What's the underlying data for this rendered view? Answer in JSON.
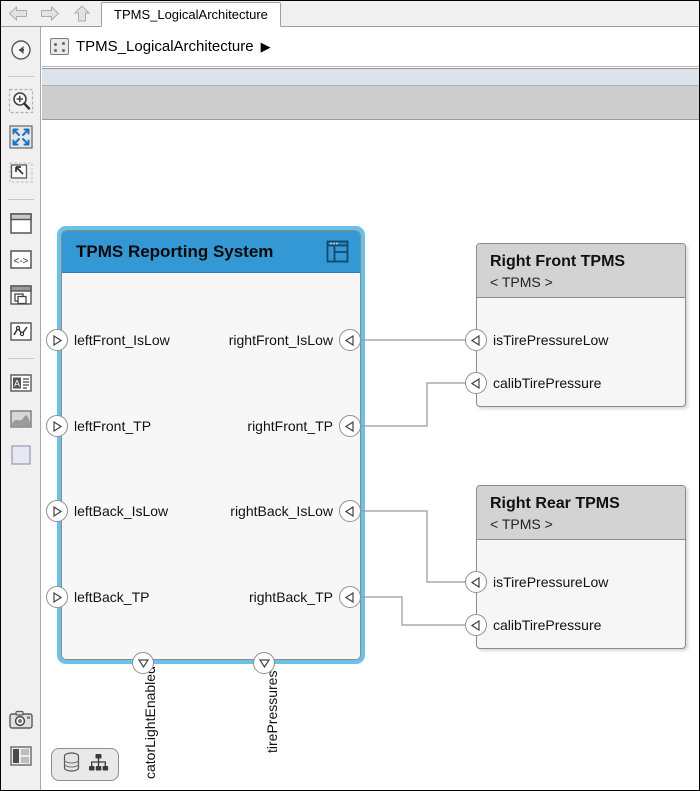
{
  "window": {
    "tab_label": "TPMS_LogicalArchitecture",
    "nav": {
      "back": "back-arrow",
      "forward": "forward-arrow",
      "up": "up-arrow"
    }
  },
  "breadcrumb": {
    "icon": "architecture-model-icon",
    "label": "TPMS_LogicalArchitecture",
    "arrow": "▶"
  },
  "toolbar": {
    "items": [
      {
        "name": "navigate-back-icon",
        "selected": false
      },
      {
        "name": "zoom-in-icon",
        "selected": false
      },
      {
        "name": "fit-to-view-icon",
        "selected": true
      },
      {
        "name": "zoom-region-icon",
        "selected": false
      },
      {
        "name": "component-icon",
        "selected": false
      },
      {
        "name": "port-interface-icon",
        "selected": false
      },
      {
        "name": "reference-component-icon",
        "selected": false
      },
      {
        "name": "stateflow-icon",
        "selected": false
      },
      {
        "name": "annotation-icon",
        "selected": false
      },
      {
        "name": "image-icon",
        "selected": false
      },
      {
        "name": "area-icon",
        "selected": false
      }
    ],
    "bottom_items": [
      {
        "name": "camera-snapshot-icon"
      },
      {
        "name": "layout-panel-icon"
      }
    ]
  },
  "canvas": {
    "system_block": {
      "title": "TPMS Reporting System",
      "header_icon": "subsystem-layout-icon",
      "selected": true,
      "accent_color": "#3498d4",
      "selection_color": "#6cc1e9",
      "inputs": [
        {
          "label": "leftFront_IsLow"
        },
        {
          "label": "leftFront_TP"
        },
        {
          "label": "leftBack_IsLow"
        },
        {
          "label": "leftBack_TP"
        }
      ],
      "outputs": [
        {
          "label": "rightFront_IsLow"
        },
        {
          "label": "rightFront_TP"
        },
        {
          "label": "rightBack_IsLow"
        },
        {
          "label": "rightBack_TP"
        }
      ],
      "bottom_ports": [
        {
          "label": "catorLightEnabled"
        },
        {
          "label": "tirePressures"
        }
      ]
    },
    "components": [
      {
        "name": "Right Front TPMS",
        "stereotype": "< TPMS >",
        "ports": [
          {
            "label": "isTirePressureLow"
          },
          {
            "label": "calibTirePressure"
          }
        ]
      },
      {
        "name": "Right Rear TPMS",
        "stereotype": "< TPMS >",
        "ports": [
          {
            "label": "isTirePressureLow"
          },
          {
            "label": "calibTirePressure"
          }
        ]
      }
    ],
    "badge": {
      "icons": [
        "database-icon",
        "hierarchy-icon"
      ]
    }
  }
}
